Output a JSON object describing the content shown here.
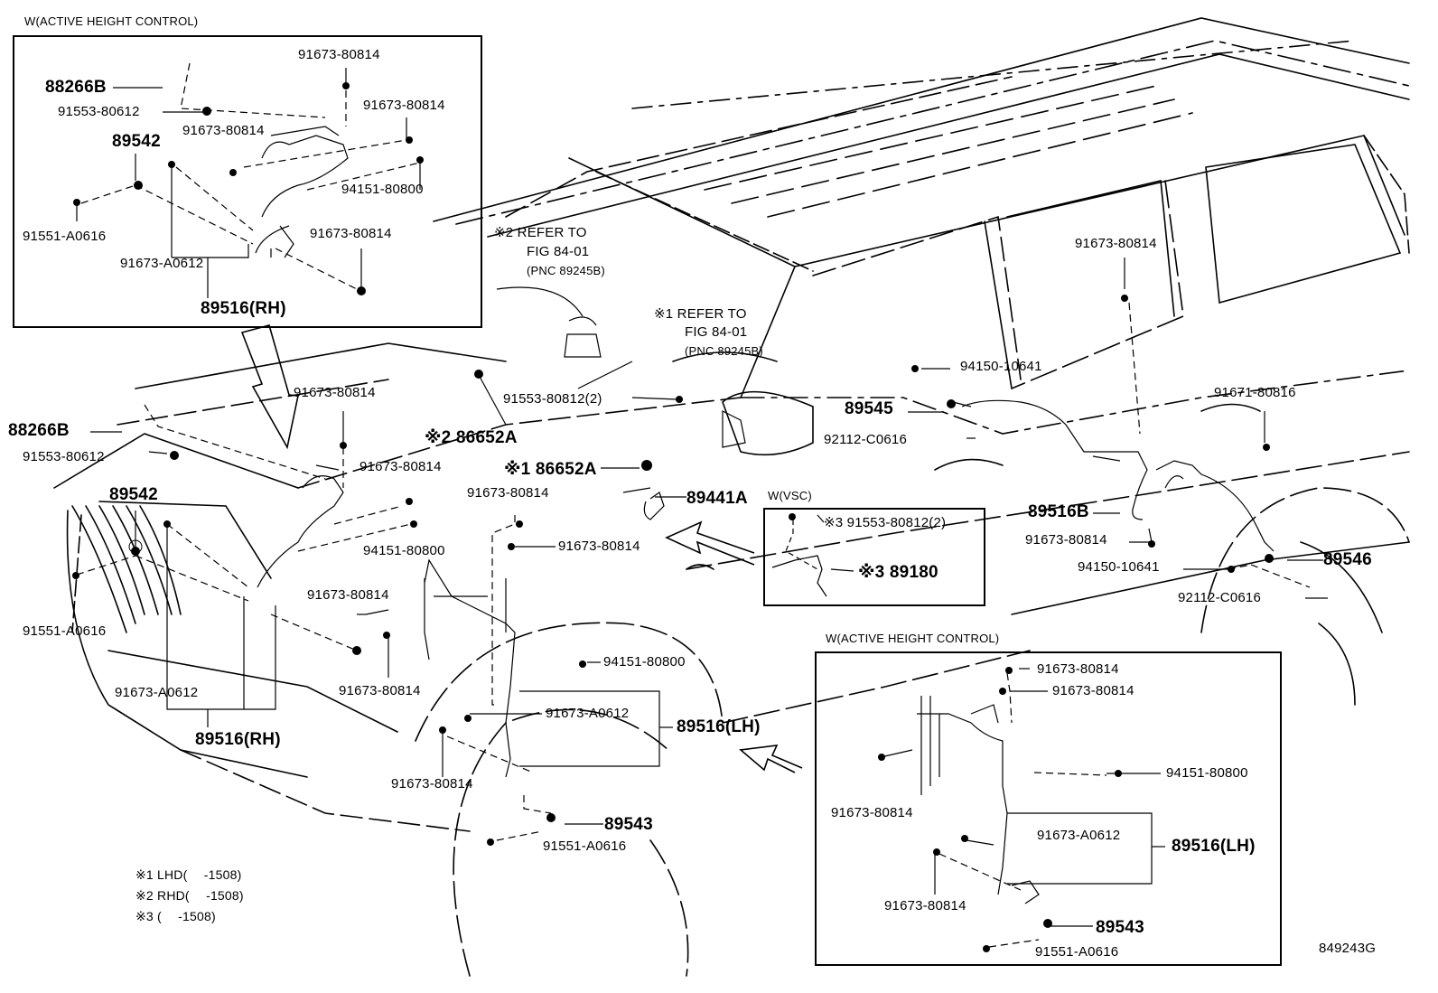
{
  "diagram_id": "849243G",
  "boxes": {
    "top_left_title": "W(ACTIVE HEIGHT CONTROL)",
    "vsc_title": "W(VSC)",
    "bottom_right_title": "W(ACTIVE HEIGHT CONTROL)"
  },
  "refs": {
    "ref2_line1": "※2 REFER TO",
    "ref2_line2": "FIG 84-01",
    "ref2_line3": "(PNC 89245B)",
    "ref1_line1": "※1 REFER TO",
    "ref1_line2": "FIG 84-01",
    "ref1_line3": "(PNC 89245B)"
  },
  "notes": {
    "n1": "※1 LHD(　 -1508)",
    "n2": "※2 RHD(　 -1508)",
    "n3": "※3 (　 -1508)"
  },
  "parts": {
    "tl_88266B": "88266B",
    "tl_91553_80612": "91553-80612",
    "tl_91673_80814_a": "91673-80814",
    "tl_91673_80814_b": "91673-80814",
    "tl_91673_80814_c": "91673-80814",
    "tl_89542": "89542",
    "tl_94151_80800": "94151-80800",
    "tl_91551_A0616": "91551-A0616",
    "tl_91673_80814_d": "91673-80814",
    "tl_91673_A0612": "91673-A0612",
    "tl_89516RH": "89516(RH)",
    "m_91673_80814_a": "91673-80814",
    "m_88266B": "88266B",
    "m_91553_80612": "91553-80612",
    "m_89542": "89542",
    "m_91673_80814_b": "91673-80814",
    "m_94151_80800": "94151-80800",
    "m_91551_A0616": "91551-A0616",
    "m_91673_80814_c": "91673-80814",
    "m_91673_80814_d": "91673-80814",
    "m_91673_A0612": "91673-A0612",
    "m_89516RH": "89516(RH)",
    "c_91553_80812": "91553-80812(2)",
    "c_86652A_2": "※2 86652A",
    "c_86652A_1": "※1 86652A",
    "c_91673_80814_a": "91673-80814",
    "c_89441A": "89441A",
    "c_91673_80814_b": "91673-80814",
    "c_94151_80800": "94151-80800",
    "c_91673_A0612": "91673-A0612",
    "c_89516LH": "89516(LH)",
    "c_91673_80814_c": "91673-80814",
    "c_89543": "89543",
    "c_91551_A0616": "91551-A0616",
    "v_91553_80812": "※3 91553-80812(2)",
    "v_89180": "※3 89180",
    "r_91673_80814_a": "91673-80814",
    "r_94150_10641_a": "94150-10641",
    "r_91671_80816": "91671-80816",
    "r_89545": "89545",
    "r_92112_C0616_a": "92112-C0616",
    "r_89516B": "89516B",
    "r_91673_80814_b": "91673-80814",
    "r_94150_10641_b": "94150-10641",
    "r_89546": "89546",
    "r_92112_C0616_b": "92112-C0616",
    "br_91673_80814_a": "91673-80814",
    "br_91673_80814_b": "91673-80814",
    "br_94151_80800": "94151-80800",
    "br_91673_80814_c": "91673-80814",
    "br_91673_A0612": "91673-A0612",
    "br_89516LH": "89516(LH)",
    "br_91673_80814_d": "91673-80814",
    "br_89543": "89543",
    "br_91551_A0616": "91551-A0616"
  }
}
